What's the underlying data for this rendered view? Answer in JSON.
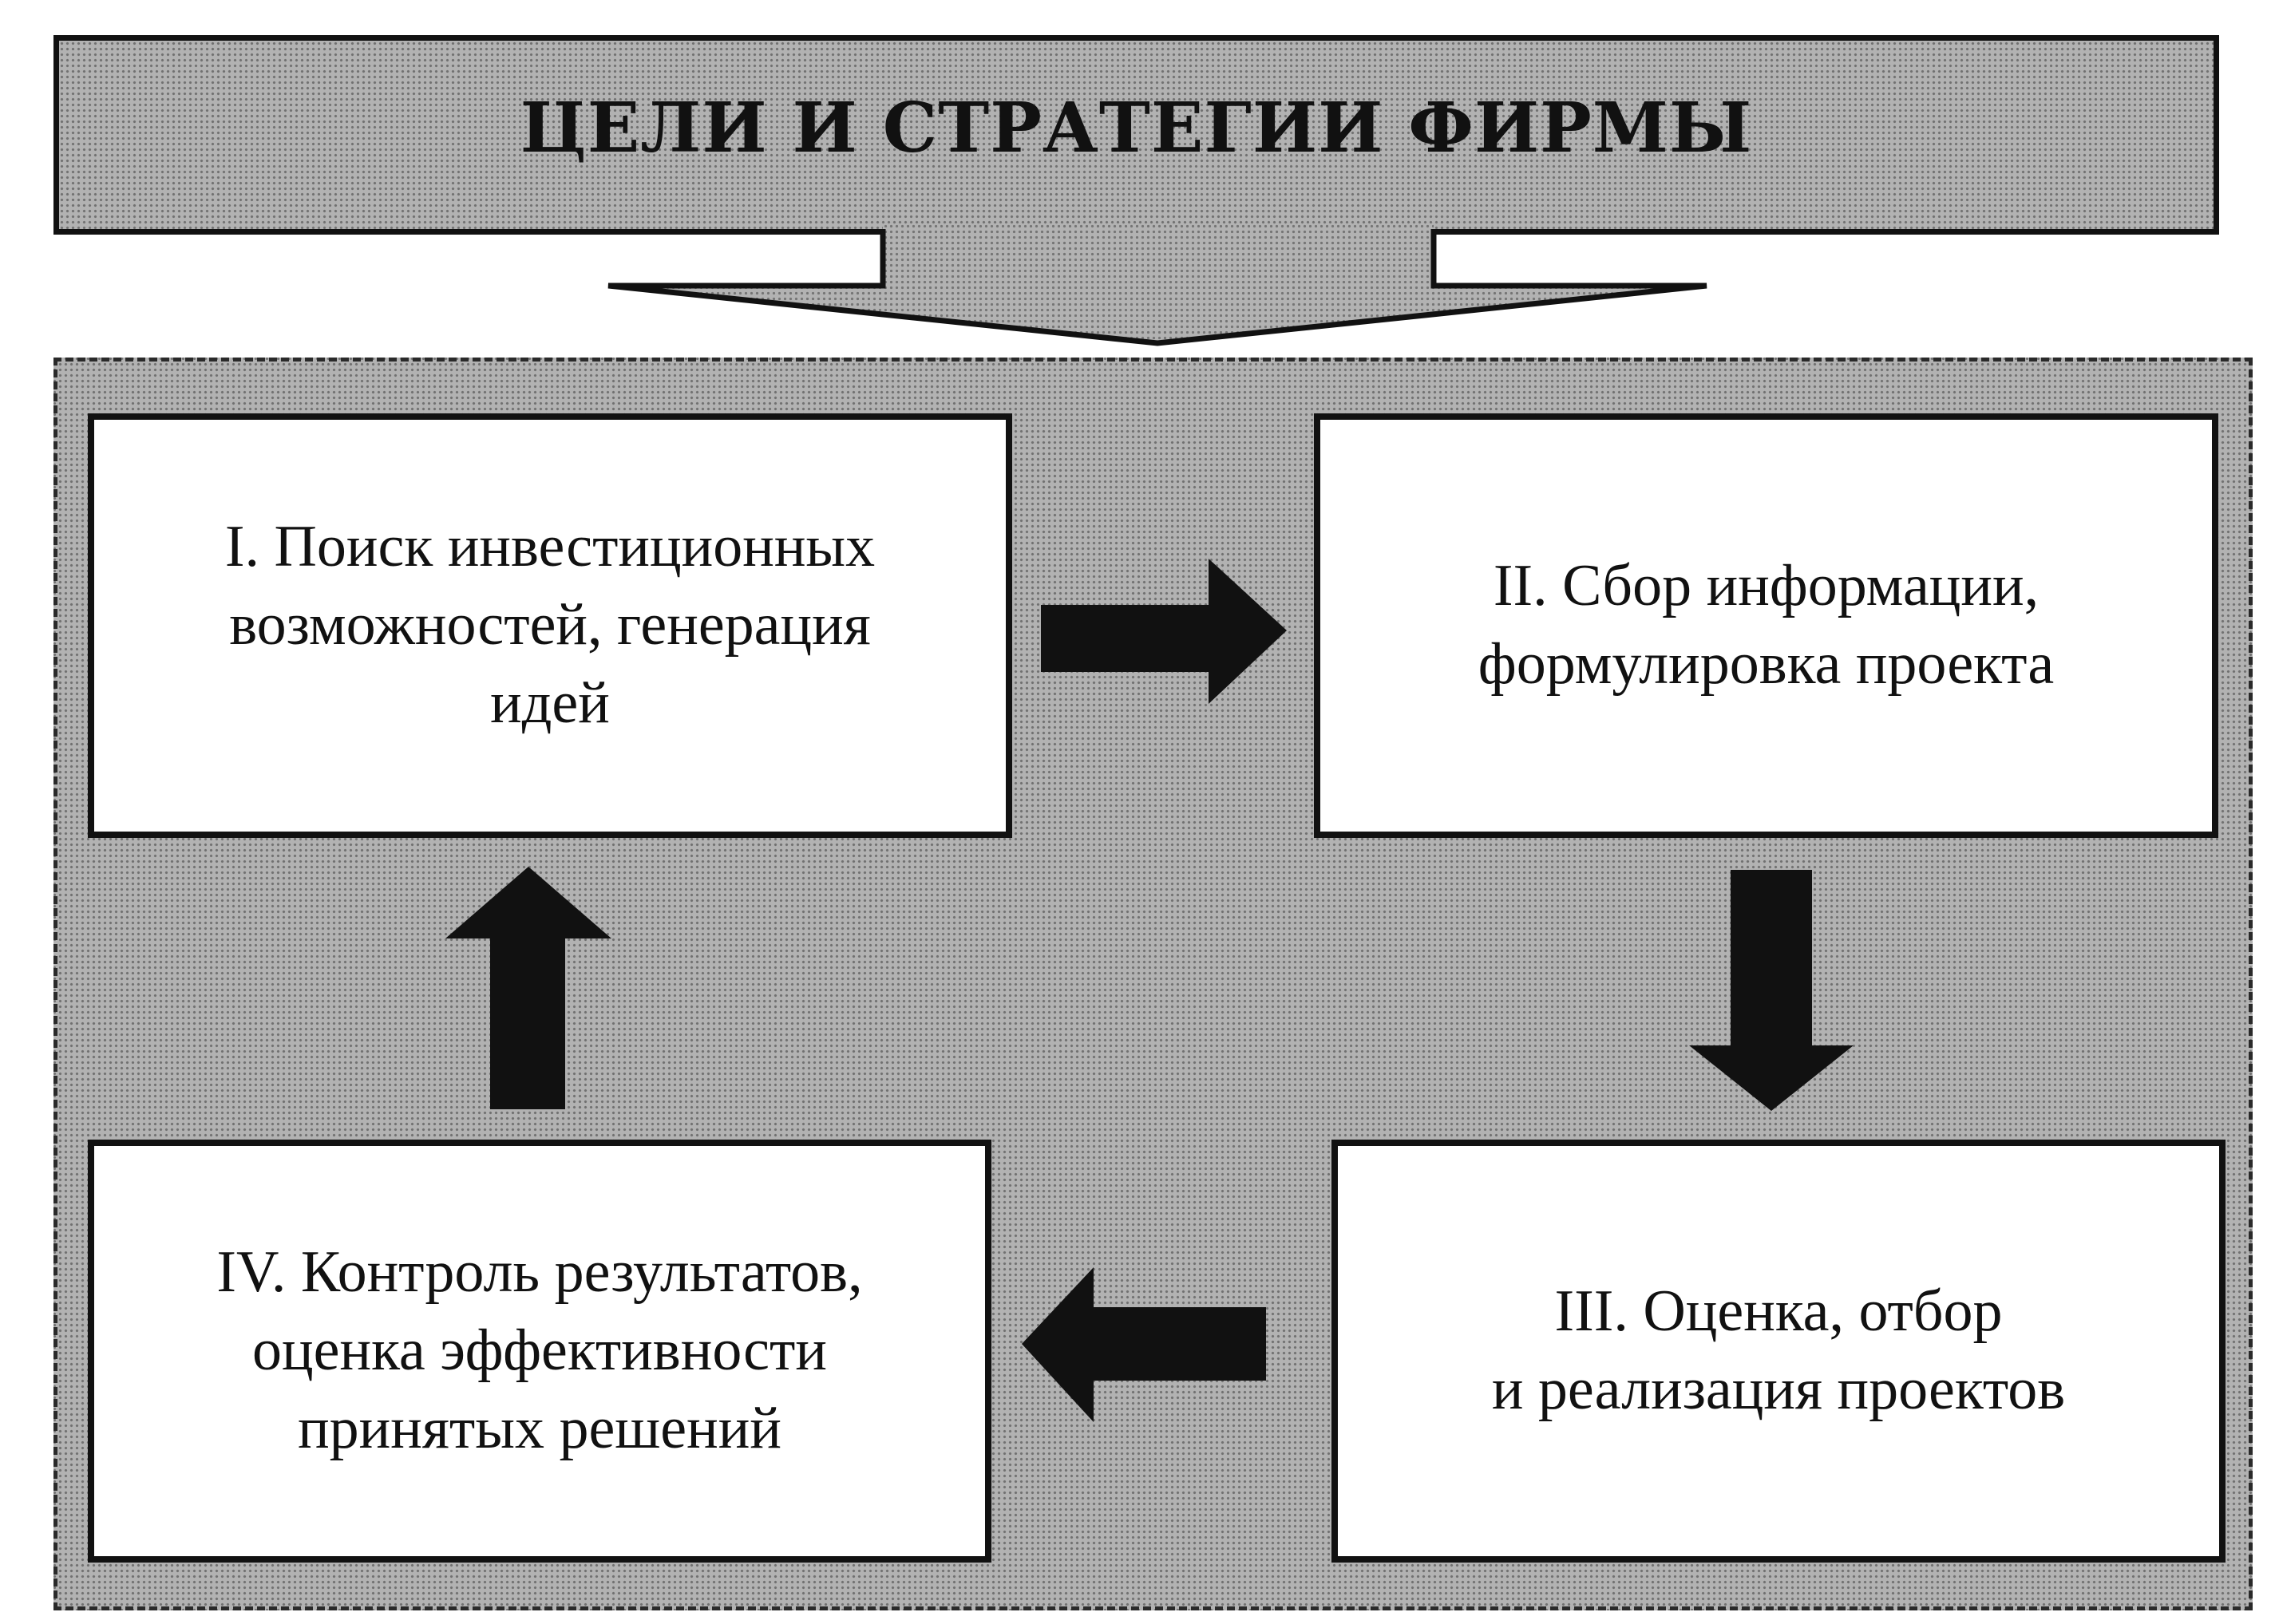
{
  "header": {
    "title": "ЦЕЛИ И СТРАТЕГИИ ФИРМЫ"
  },
  "steps": [
    {
      "label": "I. Поиск инвестиционных\nвозможностей, генерация\nидей"
    },
    {
      "label": "II. Сбор информации,\nформулировка проекта"
    },
    {
      "label": "III. Оценка, отбор\nи реализация проектов"
    },
    {
      "label": "IV. Контроль результатов,\nоценка эффективности\nпринятых решений"
    }
  ],
  "colors": {
    "ink": "#111111",
    "halftone": "#b2b2b2",
    "box": "#ffffff"
  },
  "flow": [
    "I → II",
    "II → III",
    "III → IV",
    "IV → I"
  ]
}
